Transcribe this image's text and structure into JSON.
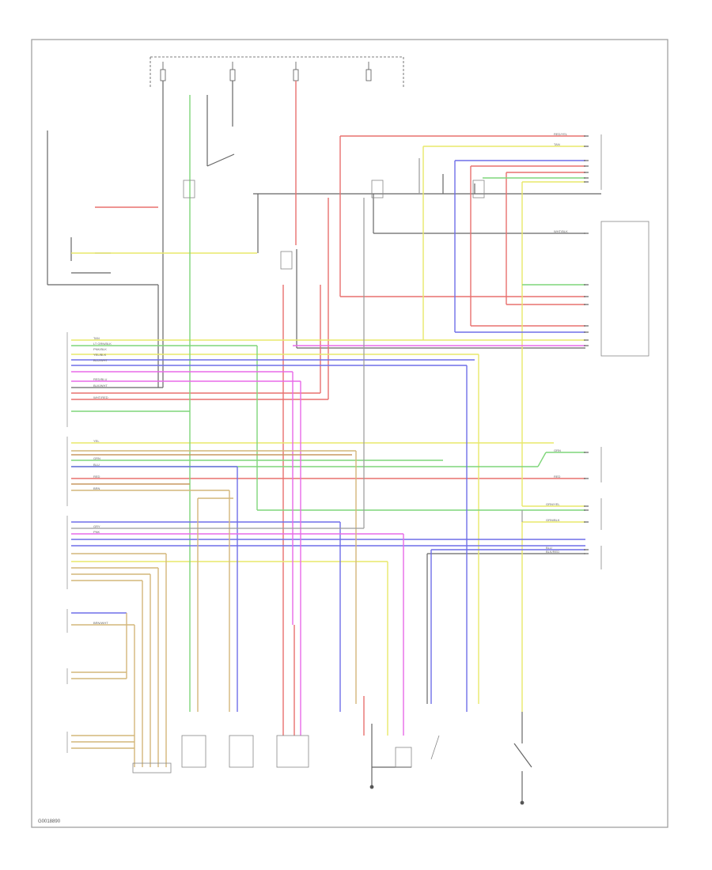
{
  "diagram": {
    "code": "G0018890",
    "connector_labels": {
      "tan": "TAN",
      "ltgrn_blk": "LT GRN/BLK",
      "pnk_blk": "PNK/BLK",
      "yel_blk": "YEL/BLK",
      "red_blu": "RED/BLU",
      "blk_wht": "BLK/WHT",
      "wht_red": "WHT/RED",
      "blu_wht": "BLU/WHT",
      "red_yel": "RED/YEL",
      "grn": "GRN",
      "red": "RED",
      "grn_yel": "GRN/YEL",
      "blu": "BLU",
      "brn": "BRN",
      "yel": "YEL",
      "gry": "GRY",
      "grn_blk": "GRN/BLK",
      "wht_blk": "WHT/BLK",
      "blk_red": "BLK/RED",
      "brn_wht": "BRN/WHT",
      "pnk": "PNK"
    }
  },
  "colors": {
    "red": "#e8706e",
    "yellow": "#e8e86a",
    "green": "#7fd67a",
    "blue": "#6f6fe8",
    "magenta": "#e86ae8",
    "tan": "#d4b77a",
    "brown": "#c89860",
    "black": "#555555",
    "gray": "#9a9a9a"
  }
}
